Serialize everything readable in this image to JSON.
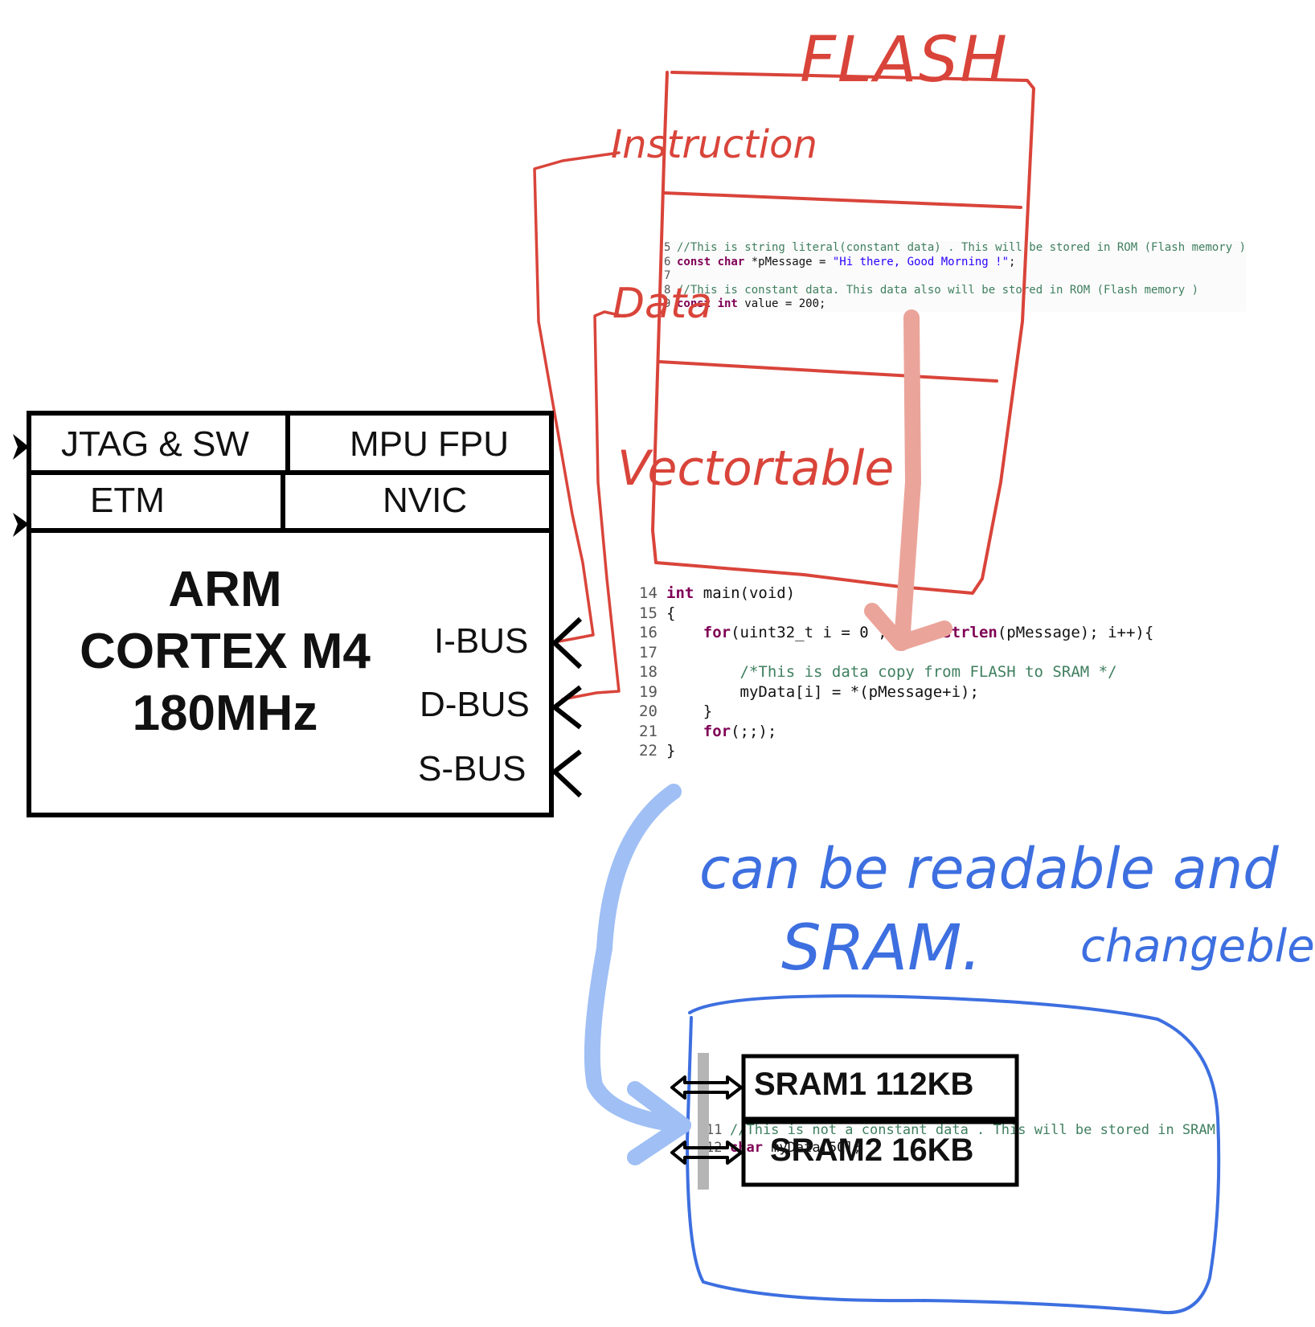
{
  "colors": {
    "flash_annotation": "#d9443a",
    "sram_annotation": "#3d6fe0",
    "down_arrow": "#eba49a",
    "curve_arrow": "#9fbff5",
    "box_border": "#000000"
  },
  "flash": {
    "title": "FLASH",
    "sections": [
      "Instruction",
      "Data",
      "Vectortable"
    ]
  },
  "cpu": {
    "cells": [
      "JTAG & SW",
      "MPU FPU",
      "ETM",
      "NVIC"
    ],
    "core": [
      "ARM",
      "CORTEX M4",
      "180MHz"
    ],
    "buses": [
      "I-BUS",
      "D-BUS",
      "S-BUS"
    ]
  },
  "code_flash": [
    {
      "n": "5",
      "parts": [
        {
          "t": "//This is string literal(constant data) . This will be stored in ROM (Flash memory )",
          "c": "cm"
        }
      ]
    },
    {
      "n": "6",
      "parts": [
        {
          "t": "const char",
          "c": "kw"
        },
        {
          "t": " *pMessage = ",
          "c": "tx"
        },
        {
          "t": "\"Hi there, Good Morning !\"",
          "c": "str"
        },
        {
          "t": ";",
          "c": "tx"
        }
      ]
    },
    {
      "n": "7",
      "parts": []
    },
    {
      "n": "8",
      "parts": [
        {
          "t": "//This is constant data. This data also will be stored in ROM (Flash memory )",
          "c": "cm"
        }
      ]
    },
    {
      "n": "9",
      "parts": [
        {
          "t": "const int",
          "c": "kw"
        },
        {
          "t": " value = 200;",
          "c": "tx"
        }
      ]
    }
  ],
  "code_main": [
    {
      "n": "14",
      "parts": [
        {
          "t": "int",
          "c": "kw"
        },
        {
          "t": " main(void)",
          "c": "tx"
        }
      ]
    },
    {
      "n": "15",
      "parts": [
        {
          "t": "{",
          "c": "tx"
        }
      ]
    },
    {
      "n": "16",
      "parts": [
        {
          "t": "    ",
          "c": "tx"
        },
        {
          "t": "for",
          "c": "kw"
        },
        {
          "t": "(uint32_t i = 0 ;  i < ",
          "c": "tx"
        },
        {
          "t": "strlen",
          "c": "kw"
        },
        {
          "t": "(pMessage); i++){",
          "c": "tx"
        }
      ]
    },
    {
      "n": "17",
      "parts": []
    },
    {
      "n": "18",
      "parts": [
        {
          "t": "        /*This is data copy from FLASH to SRAM */",
          "c": "cm"
        }
      ]
    },
    {
      "n": "19",
      "parts": [
        {
          "t": "        myData[i] = *(pMessage+i);",
          "c": "tx"
        }
      ]
    },
    {
      "n": "20",
      "parts": [
        {
          "t": "    }",
          "c": "tx"
        }
      ]
    },
    {
      "n": "21",
      "parts": [
        {
          "t": "    ",
          "c": "tx"
        },
        {
          "t": "for",
          "c": "kw"
        },
        {
          "t": "(;;);",
          "c": "tx"
        }
      ]
    },
    {
      "n": "22",
      "parts": [
        {
          "t": "}",
          "c": "tx"
        }
      ]
    }
  ],
  "sram_note": {
    "line1": "can be readable and",
    "line2": "changeble",
    "label": "SRAM."
  },
  "sram": {
    "blocks": [
      "SRAM1 112KB",
      "SRAM2 16KB"
    ]
  },
  "code_sram": [
    {
      "n": "11",
      "parts": [
        {
          "t": "//This is not a constant data . This will be stored in SRAM",
          "c": "cm"
        }
      ]
    },
    {
      "n": "12",
      "parts": [
        {
          "t": "char",
          "c": "kw"
        },
        {
          "t": " myData[50];",
          "c": "tx"
        }
      ]
    }
  ]
}
